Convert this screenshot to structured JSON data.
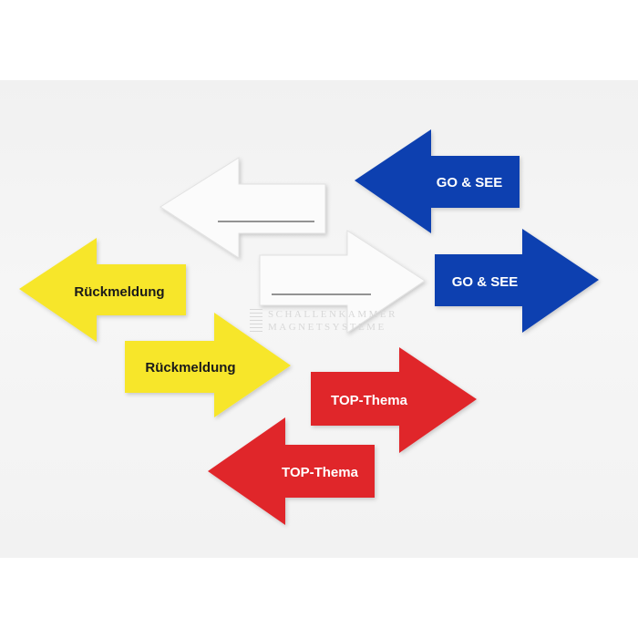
{
  "arrows": {
    "white_left": {
      "color": "#fbfbfb",
      "label": ""
    },
    "white_right": {
      "color": "#fbfbfb",
      "label": ""
    },
    "blue_left": {
      "color": "#0b3fb0",
      "label": "GO & SEE"
    },
    "blue_right": {
      "color": "#0b3fb0",
      "label": "GO & SEE"
    },
    "yellow_left": {
      "color": "#f7e62a",
      "label": "Rückmeldung"
    },
    "yellow_right": {
      "color": "#f7e62a",
      "label": "Rückmeldung"
    },
    "red_right": {
      "color": "#e0262c",
      "label": "TOP-Thema"
    },
    "red_left": {
      "color": "#e0262c",
      "label": "TOP-Thema"
    }
  },
  "watermark": {
    "line1": "SCHALLENKAMMER",
    "line2": "MAGNETSYSTEME"
  },
  "colors": {
    "text_light": "#ffffff",
    "text_dark": "#1a1a1a",
    "line": "#555555"
  }
}
